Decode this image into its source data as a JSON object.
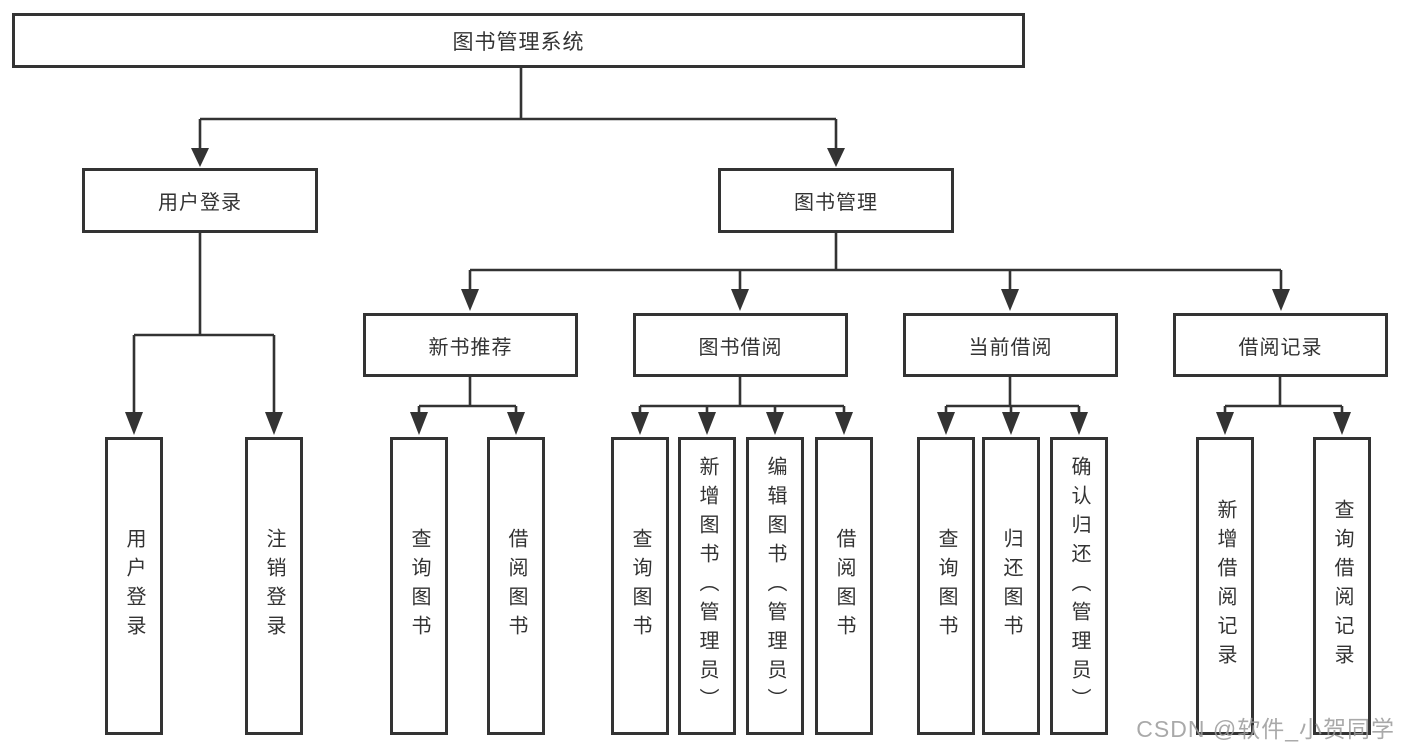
{
  "diagram": {
    "root": {
      "label": "图书管理系统"
    },
    "level2": [
      {
        "label": "用户登录"
      },
      {
        "label": "图书管理"
      }
    ],
    "level3": [
      {
        "label": "新书推荐"
      },
      {
        "label": "图书借阅"
      },
      {
        "label": "当前借阅"
      },
      {
        "label": "借阅记录"
      }
    ],
    "leaves": {
      "user": [
        "用户登录",
        "注销登录"
      ],
      "recommend": [
        "查询图书",
        "借阅图书"
      ],
      "borrow": [
        "查询图书",
        "新增图书（管理员）",
        "编辑图书（管理员）",
        "借阅图书"
      ],
      "current": [
        "查询图书",
        "归还图书",
        "确认归还（管理员）"
      ],
      "records": [
        "新增借阅记录",
        "查询借阅记录"
      ]
    }
  },
  "watermark": {
    "text": "CSDN @软件_小贺同学"
  },
  "colors": {
    "line": "#333333",
    "box_border": "#333333",
    "text": "#333333",
    "background": "#ffffff",
    "watermark": "#9b9b9b"
  }
}
